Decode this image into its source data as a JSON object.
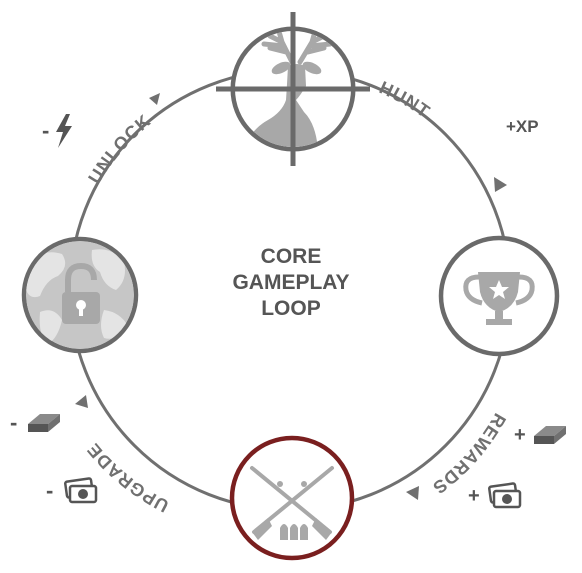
{
  "title": {
    "line1": "CORE",
    "line2": "GAMEPLAY",
    "line3": "LOOP"
  },
  "steps": {
    "unlock": "UNLOCK",
    "hunt": "HUNT",
    "rewards": "REWARDS",
    "upgrade": "UPGRADE"
  },
  "effects": {
    "unlock_energy": "-",
    "hunt_xp": "+XP",
    "rewards_gold": "+",
    "rewards_cash": "+",
    "upgrade_gold": "-",
    "upgrade_cash": "-"
  },
  "colors": {
    "ring": "#707070",
    "icon_gray": "#a8a8a8",
    "text_gray": "#555555",
    "accent_red": "#7a1f1f"
  },
  "icons": {
    "top": "deer-crosshair-icon",
    "right": "trophy-icon",
    "bottom": "crossed-rifles-icon",
    "left": "globe-padlock-icon"
  }
}
